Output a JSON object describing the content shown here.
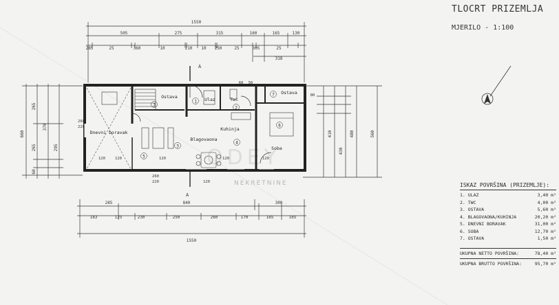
{
  "header": {
    "title": "TLOCRT PRIZEMLJA",
    "scale": "MJERILO - 1:100"
  },
  "rooms": [
    {
      "label": "Dnevni boravak"
    },
    {
      "label": "Ostava"
    },
    {
      "label": "Ulaz"
    },
    {
      "label": "Twc"
    },
    {
      "label": "Ostava"
    },
    {
      "label": "Blagovaona"
    },
    {
      "label": "Kuhinja"
    },
    {
      "label": "Soba"
    }
  ],
  "room_numbers": [
    "1",
    "2",
    "3",
    "3",
    "4",
    "5",
    "6",
    "7"
  ],
  "section_marks": [
    "A",
    "A"
  ],
  "dims": {
    "top_total": "1550",
    "top_row1": [
      "505",
      "275",
      "315",
      "160",
      "165",
      "130"
    ],
    "top_row2": [
      "285",
      "25",
      "360",
      "10",
      "210",
      "10",
      "250",
      "25",
      "305",
      "25"
    ],
    "top_row3": [
      "318"
    ],
    "bottom_row1": [
      "285",
      "840",
      "300"
    ],
    "bottom_row2": [
      "183",
      "125",
      "230",
      "250",
      "260",
      "170",
      "165",
      "165"
    ],
    "bottom_total": "1550",
    "left_total": "660",
    "left_dims": [
      "265",
      "370",
      "265",
      "295",
      "60"
    ],
    "right_total": "560",
    "right_dims": [
      "410",
      "480",
      "430"
    ],
    "interior": [
      "260",
      "220",
      "120",
      "120",
      "120",
      "120",
      "120",
      "220",
      "120",
      "60",
      "50",
      "80",
      "260"
    ]
  },
  "areas": {
    "heading": "ISKAZ POVRŠINA (PRIZEMLJE):",
    "items": [
      {
        "label": "1. ULAZ",
        "value": "3,40 m²"
      },
      {
        "label": "2. TWC",
        "value": "4,00 m²"
      },
      {
        "label": "3. OSTAVA",
        "value": "5,60 m²"
      },
      {
        "label": "4. BLAGOVAONA/KUHINJA",
        "value": "20,20 m²"
      },
      {
        "label": "5. DNEVNI BORAVAK",
        "value": "31,00 m²"
      },
      {
        "label": "6. SOBA",
        "value": "12,70 m²"
      },
      {
        "label": "7. OSTAVA",
        "value": "1,50 m²"
      }
    ],
    "net_label": "UKUPNA NETTO POVRŠINA:",
    "net_value": "78,40 m²",
    "gross_label": "UKUPNA BRUTTO POVRŠINA:",
    "gross_value": "95,70 m²"
  },
  "watermark": {
    "main": "ODEY",
    "sub": "NEKRETNINE"
  }
}
